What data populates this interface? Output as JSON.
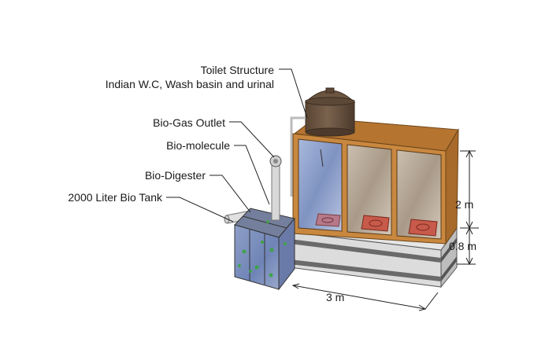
{
  "labels": {
    "toilet_structure": "Toilet Structure",
    "toilet_fixtures": "Indian W.C, Wash basin and urinal",
    "biogas_outlet": "Bio-Gas Outlet",
    "bio_molecule": "Bio-molecule",
    "bio_digester": "Bio-Digester",
    "bio_tank": "2000 Liter Bio Tank"
  },
  "dimensions": {
    "height": "2 m",
    "base_height": "0.8 m",
    "length": "3 m"
  },
  "colors": {
    "wood_frame": "#c9883f",
    "wood_roof": "#b57530",
    "water_tank": "#6b5440",
    "plinth": "#d7d7d7",
    "plinth_band": "#6a6a6a",
    "glass": "#8fa2c8",
    "squat_pan": "#c75a4a"
  }
}
